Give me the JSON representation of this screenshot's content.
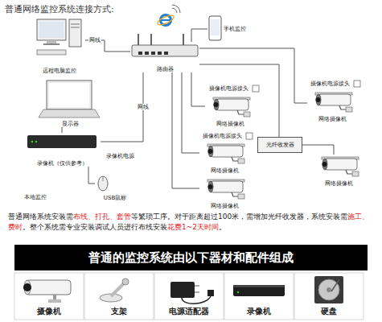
{
  "diagram": {
    "title": "普通网络监控系统连接方式:",
    "nodes": [
      {
        "text": [
          "远程电脑监控"
        ]
      },
      {
        "text": [
          "手机监控"
        ]
      },
      {
        "text": [
          "路由器"
        ]
      },
      {
        "text": [
          "显示器"
        ]
      },
      {
        "text": [
          "录像机（仅供参考）"
        ]
      },
      {
        "text": [
          "USB鼠标"
        ]
      },
      {
        "text": [
          "网络摄像机"
        ]
      },
      {
        "text": [
          "网络摄像机"
        ]
      },
      {
        "text": [
          "光纤收发器"
        ]
      },
      {
        "text": [
          "网络摄像机"
        ]
      },
      {
        "text": [
          "网络摄像机"
        ]
      },
      {
        "text": [
          "网络摄像机"
        ]
      },
      {
        "text": [
          "普通的监控系统由以下器材和配件组成"
        ]
      }
    ],
    "edges": [
      {
        "from": 0,
        "to": 2,
        "arrow": "none",
        "label": "网线"
      },
      {
        "from": 2,
        "to": 1,
        "arrow": "none"
      },
      {
        "from": 2,
        "to": 4,
        "arrow": "none",
        "label": "网线"
      },
      {
        "from": 4,
        "to": 3,
        "arrow": "none"
      },
      {
        "from": 4,
        "to": 5,
        "arrow": "none"
      },
      {
        "from": 2,
        "to": 6,
        "arrow": "none"
      },
      {
        "from": 2,
        "to": 7,
        "arrow": "none"
      },
      {
        "from": 2,
        "to": 9,
        "arrow": "none"
      },
      {
        "from": 2,
        "to": 8,
        "arrow": "none"
      },
      {
        "from": 8,
        "to": 10,
        "arrow": "none"
      },
      {
        "from": 2,
        "to": 11,
        "arrow": "none"
      }
    ],
    "labels": [
      "摄像机电源接头",
      "摄像机电源接头",
      "摄像机电源接头",
      "录像机电源",
      "本地监控",
      "普通网络系统安装需",
      "布线、打孔、套管",
      "等繁琐工序。对于距离超过100米，需增加光纤收发器，系统安装需",
      "施工、费时",
      "。整个系统需专业安装调试人员进行布线安装",
      "花费1~2天时间",
      "。",
      "摄像机",
      "支架",
      "电源适配器",
      "录像机",
      "硬盘"
    ]
  }
}
